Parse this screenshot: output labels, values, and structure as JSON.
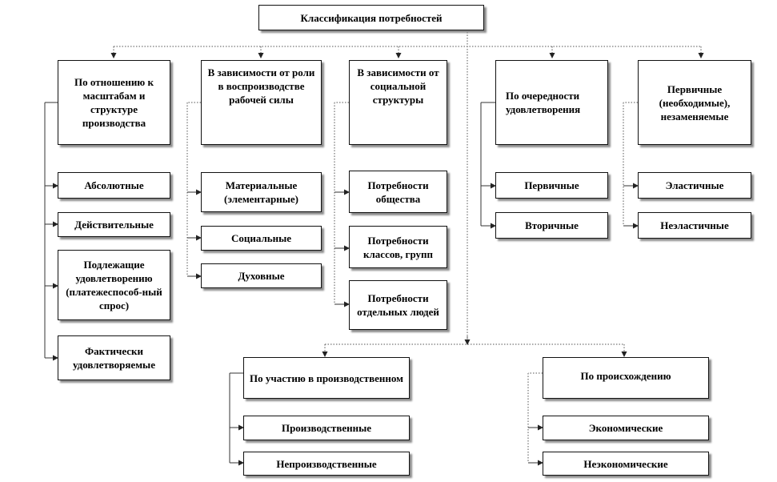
{
  "title": "Классификация потребностей",
  "groups": [
    {
      "label": "По отношению к масштабам и структуре производства",
      "items": [
        "Абсолютные",
        "Действительные",
        "Подлежащие удовлетворению (платежеспособ-ный спрос)",
        "Фактически удовлетворяемые"
      ]
    },
    {
      "label": "В зависимости от роли в воспроизводстве рабочей силы",
      "items": [
        "Материальные (элементарные)",
        "Социальные",
        "Духовные"
      ]
    },
    {
      "label": "В зависимости от социальной структуры",
      "items": [
        "Потребности общества",
        "Потребности классов, групп",
        "Потребности отдельных людей"
      ]
    },
    {
      "label": "По очередности удовлетворения",
      "items": [
        "Первичные",
        "Вторичные"
      ]
    },
    {
      "label": "Первичные (необходимые), незаменяемые",
      "items": [
        "Эластичные",
        "Неэластичные"
      ]
    },
    {
      "label": "По участию в производственном",
      "items": [
        "Производственные",
        "Непроизводственные"
      ]
    },
    {
      "label": "По происхождению",
      "items": [
        "Экономические",
        "Неэкономические"
      ]
    }
  ]
}
